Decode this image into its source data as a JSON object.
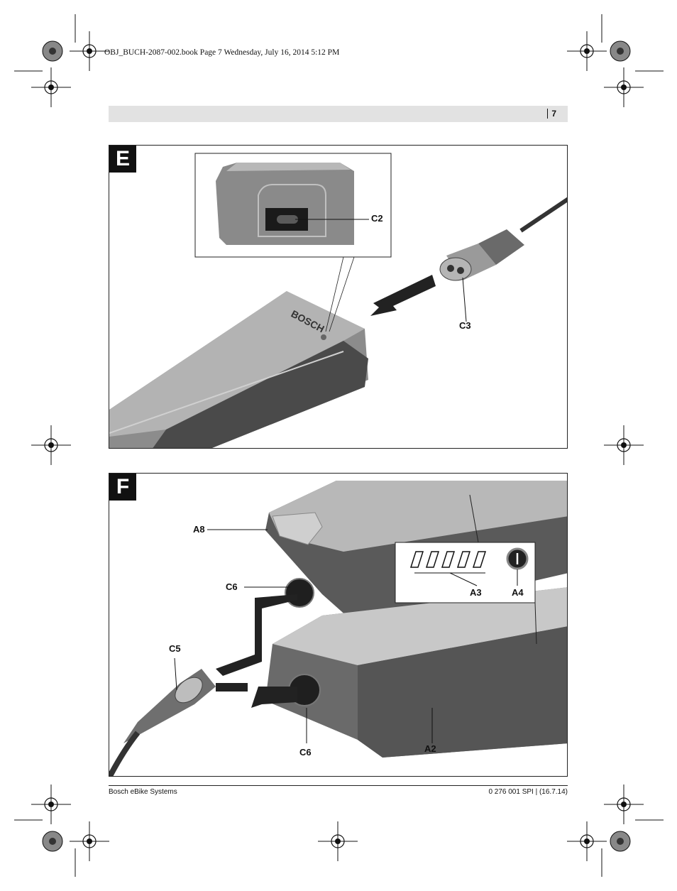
{
  "print_info": "OBJ_BUCH-2087-002.book  Page 7  Wednesday, July 16, 2014  5:12 PM",
  "header": {
    "page_number": "7"
  },
  "figure_e": {
    "letter": "E",
    "brand_on_charger": "BOSCH",
    "labels": {
      "c2": "C2",
      "c3": "C3"
    }
  },
  "figure_f": {
    "letter": "F",
    "labels": {
      "a8": "A8",
      "c6_top": "C6",
      "c5": "C5",
      "c6_bottom": "C6",
      "a2": "A2",
      "a3": "A3",
      "a4": "A4"
    },
    "charge_indicator_leds": 5
  },
  "footer": {
    "left": "Bosch eBike Systems",
    "right": "0 276 001 SPI | (16.7.14)"
  },
  "colors": {
    "panel_gray": "#9a9a9a",
    "dark_gray": "#4a4a4a",
    "light_gray": "#c8c8c8",
    "header_bar": "#e2e2e2"
  }
}
